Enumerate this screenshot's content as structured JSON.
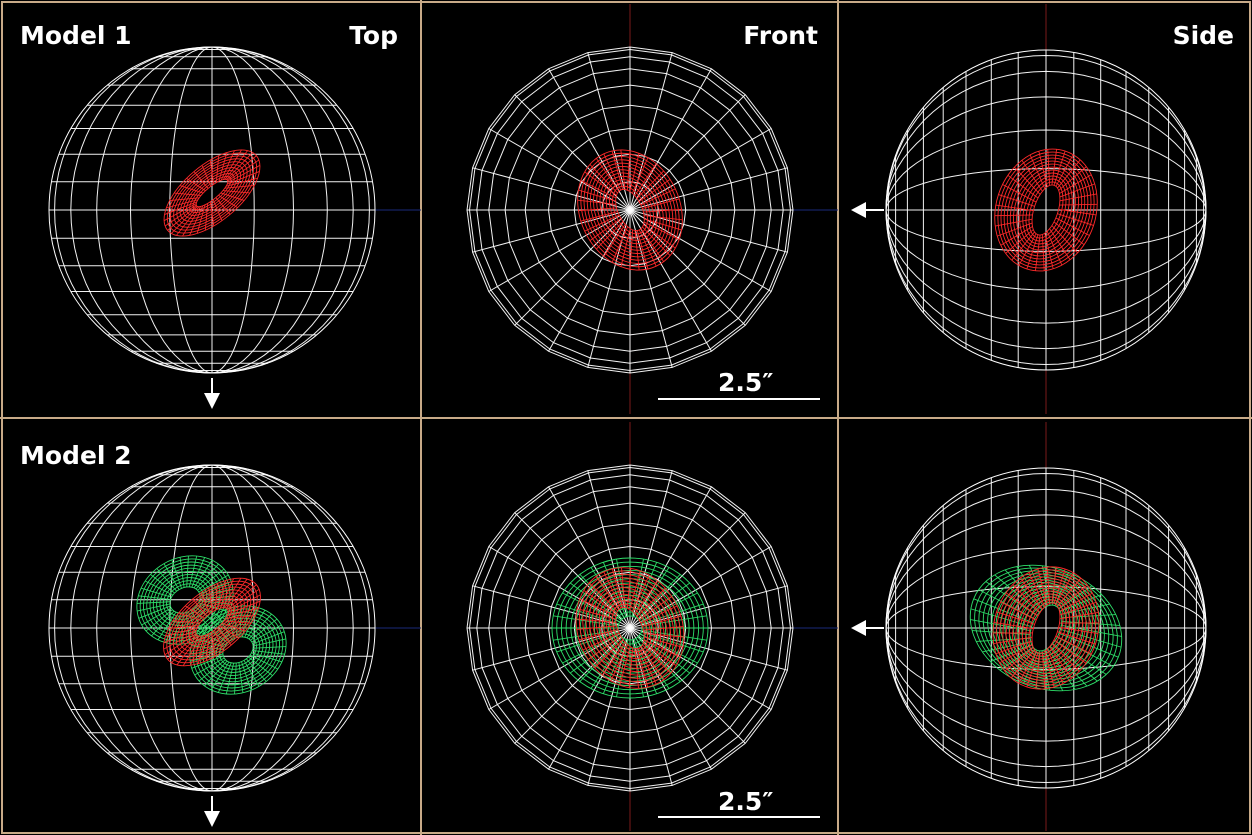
{
  "views": {
    "top": "Top",
    "front": "Front",
    "side": "Side"
  },
  "models": [
    {
      "label": "Model 1"
    },
    {
      "label": "Model 2"
    }
  ],
  "scale_bar": {
    "label": "2.5″"
  },
  "colors": {
    "background": "#000000",
    "sphere_wire": "#ffffff",
    "model_red": "#ff2a2a",
    "model_green": "#2ee06a",
    "panel_border": "#c8aa88",
    "center_line_red": "#7a1a1a",
    "center_line_blue": "#1a2a7a",
    "arrow": "#ffffff"
  }
}
